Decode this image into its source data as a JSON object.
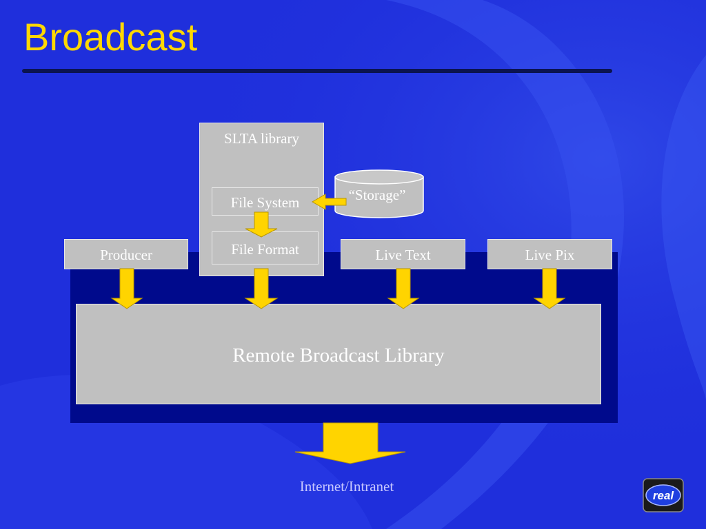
{
  "slide": {
    "title": "Broadcast",
    "footer": "Internet/Intranet",
    "logo_text": "real"
  },
  "diagram": {
    "slta": {
      "label": "SLTA library"
    },
    "file_system": {
      "label": "File System"
    },
    "file_format": {
      "label": "File Format"
    },
    "storage": {
      "label": "“Storage”"
    },
    "producer": {
      "label": "Producer"
    },
    "live_text": {
      "label": "Live Text"
    },
    "live_pix": {
      "label": "Live Pix"
    },
    "remote_library": {
      "label": "Remote Broadcast Library"
    }
  },
  "colors": {
    "background": "#1f2fdc",
    "title": "#ffd800",
    "rule": "#0b1450",
    "panel": "#000a8c",
    "box": "#c0c0c0",
    "box_text": "#ffffff",
    "arrow": "#ffd400",
    "footer": "#c8c8ff"
  }
}
